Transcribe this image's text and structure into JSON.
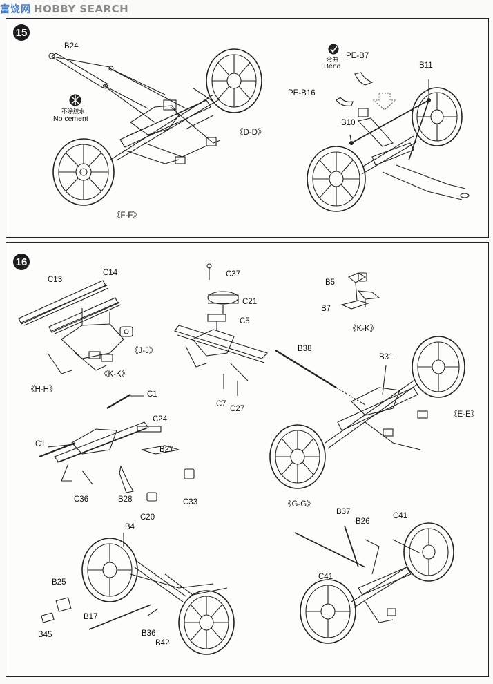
{
  "watermark": {
    "chinese": "富饶网",
    "english": "HOBBY SEARCH"
  },
  "steps": [
    {
      "number": "15",
      "labels": {
        "b24": "B24",
        "no_cement_cn": "不涂胶水",
        "no_cement": "No cement",
        "dd": "《D-D》",
        "ff": "《F-F》",
        "bend_cn": "弯曲",
        "bend": "Bend",
        "pe_b7": "PE-B7",
        "pe_b16": "PE-B16",
        "b11": "B11",
        "b10": "B10"
      }
    },
    {
      "number": "16",
      "labels": {
        "c13": "C13",
        "c14": "C14",
        "jj": "《J-J》",
        "kk1": "《K-K》",
        "hh": "《H-H》",
        "c37": "C37",
        "c21": "C21",
        "c5": "C5",
        "c7": "C7",
        "c27": "C27",
        "b5": "B5",
        "b7": "B7",
        "kk2": "《K-K》",
        "b38": "B38",
        "b31": "B31",
        "ee": "《E-E》",
        "gg": "《G-G》",
        "c1a": "C1",
        "c1b": "C1",
        "c24": "C24",
        "b27": "B27",
        "c36": "C36",
        "b28": "B28",
        "c20": "C20",
        "c33": "C33",
        "b4": "B4",
        "b25": "B25",
        "b17": "B17",
        "b45": "B45",
        "b36": "B36",
        "b42": "B42",
        "b37": "B37",
        "b26": "B26",
        "c41a": "C41",
        "c41b": "C41"
      }
    }
  ]
}
